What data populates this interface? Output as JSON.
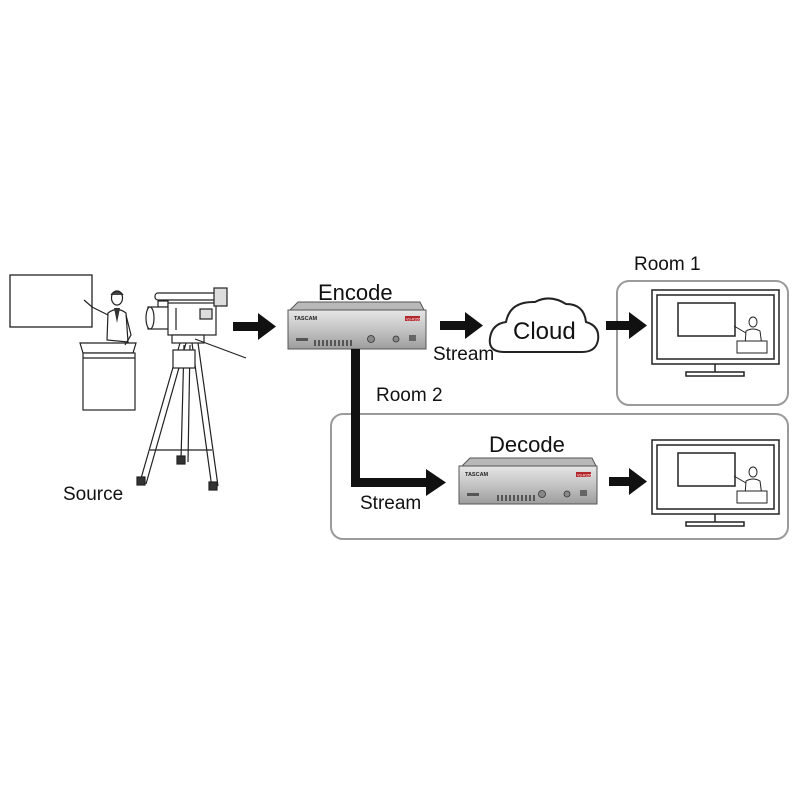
{
  "labels": {
    "source": "Source",
    "encode": "Encode",
    "decode": "Decode",
    "cloud": "Cloud",
    "room1": "Room 1",
    "room2": "Room 2",
    "stream_top": "Stream",
    "stream_bottom": "Stream"
  },
  "device": {
    "brand": "TASCAM",
    "badge": "VS-R265"
  },
  "colors": {
    "arrow": "#111111",
    "room_border": "#9a9a9a",
    "device_body": "#c8c8c8",
    "device_badge": "#b3262a",
    "line": "#222222"
  }
}
